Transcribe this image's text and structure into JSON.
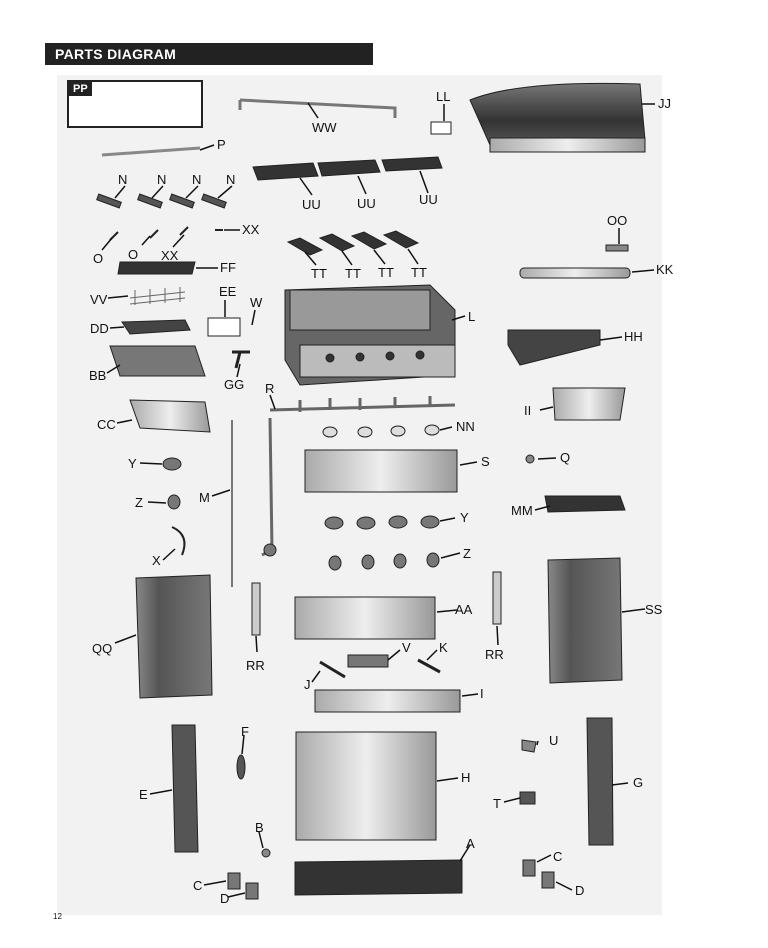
{
  "header": {
    "title": "PARTS DIAGRAM"
  },
  "page_number": "12",
  "pp_box": {
    "label": "PP"
  },
  "labels": {
    "WW": "WW",
    "LL": "LL",
    "JJ": "JJ",
    "P": "P",
    "N": "N",
    "UU": "UU",
    "OO": "OO",
    "O": "O",
    "XX": "XX",
    "FF": "FF",
    "TT": "TT",
    "KK": "KK",
    "VV": "VV",
    "EE": "EE",
    "W": "W",
    "L": "L",
    "DD": "DD",
    "HH": "HH",
    "BB": "BB",
    "GG": "GG",
    "R": "R",
    "II": "II",
    "CC": "CC",
    "NN": "NN",
    "Y": "Y",
    "S": "S",
    "Q": "Q",
    "Z": "Z",
    "M": "M",
    "MM": "MM",
    "X": "X",
    "AA": "AA",
    "SS": "SS",
    "QQ": "QQ",
    "V": "V",
    "K": "K",
    "RR": "RR",
    "J": "J",
    "I": "I",
    "F": "F",
    "U": "U",
    "E": "E",
    "H": "H",
    "T": "T",
    "G": "G",
    "B": "B",
    "A": "A",
    "C": "C",
    "D": "D"
  }
}
